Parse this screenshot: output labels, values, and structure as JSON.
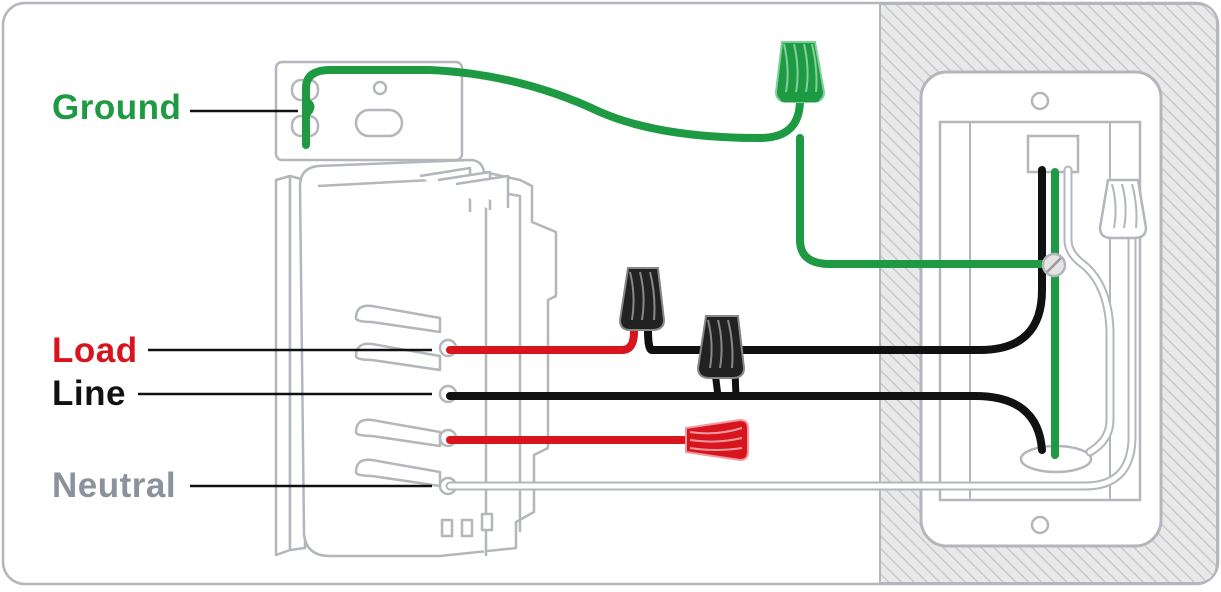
{
  "labels": {
    "ground": "Ground",
    "load": "Load",
    "line": "Line",
    "neutral": "Neutral"
  },
  "colors": {
    "ground": "#1e9a42",
    "load": "#d8141f",
    "line": "#111111",
    "neutral": "#8a929c",
    "outline": "#b3b6ba",
    "wall": "#e9e9e9",
    "hatch": "#c9c9c9",
    "box_fill": "#ffffff"
  },
  "icons": {
    "wire_nut": "wire-nut-icon",
    "screw": "screw-icon"
  }
}
